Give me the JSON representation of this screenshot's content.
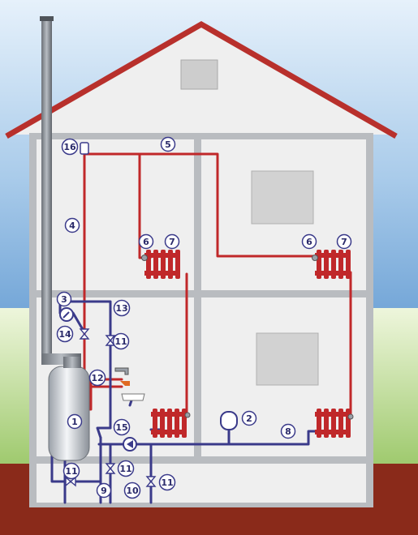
{
  "labels": {
    "l1": "1",
    "l2": "2",
    "l3": "3",
    "l4": "4",
    "l5": "5",
    "l6a": "6",
    "l6b": "6",
    "l7a": "7",
    "l7b": "7",
    "l8": "8",
    "l9": "9",
    "l10": "10",
    "l11a": "11",
    "l11b": "11",
    "l11c": "11",
    "l11d": "11",
    "l12": "12",
    "l13": "13",
    "l14": "14",
    "l15": "15",
    "l16": "16"
  },
  "colors": {
    "supply": "#c0282a",
    "return": "#3a3a8a",
    "roof": "#b8302c",
    "ground": "#8a2a1a",
    "sky_top": "#9fc3e6",
    "grass": "#b9d98a"
  }
}
